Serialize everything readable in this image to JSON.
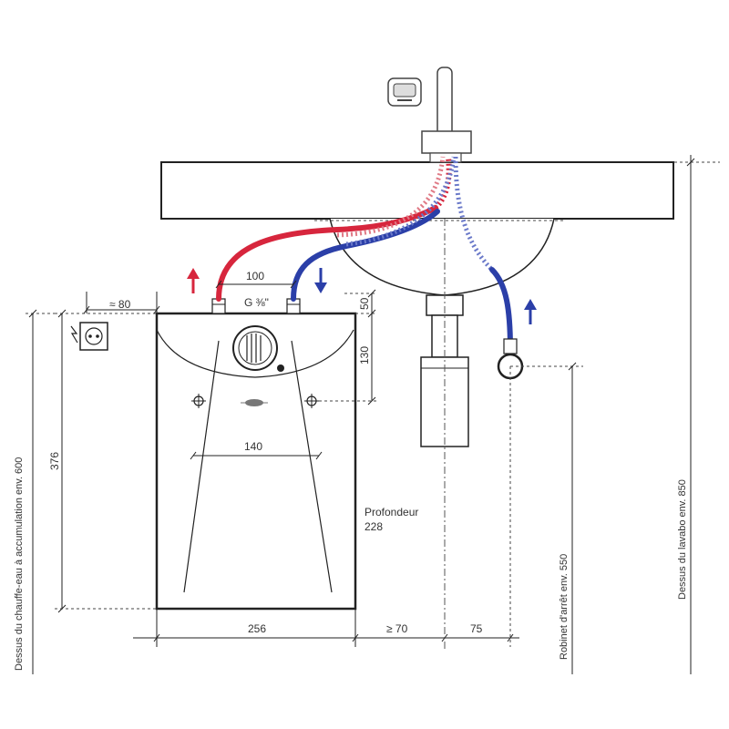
{
  "labels": {
    "dim_80": "≈ 80",
    "dim_100": "100",
    "thread": "G ⅜\"",
    "dim_50": "50",
    "dim_130": "130",
    "dim_140": "140",
    "dim_376": "376",
    "depth_label": "Profondeur",
    "depth_value": "228",
    "dim_256": "256",
    "dim_70": "≥ 70",
    "dim_75": "75",
    "heater_top": "Dessus du chauffe-eau à accumulation env. 600",
    "valve_height": "Robinet d'arrêt env. 550",
    "sink_top": "Dessus du lavabo env. 850"
  },
  "colors": {
    "hot": "#d7263d",
    "cold": "#2b3fa8",
    "line": "#222222"
  },
  "icons": {
    "power_outlet": "electrical-outlet-icon",
    "faucet_badge": "faucet-badge-icon",
    "hot_arrow": "arrow-up-icon",
    "cold_arrow": "arrow-down-icon",
    "inlet_arrow": "arrow-up-icon"
  }
}
